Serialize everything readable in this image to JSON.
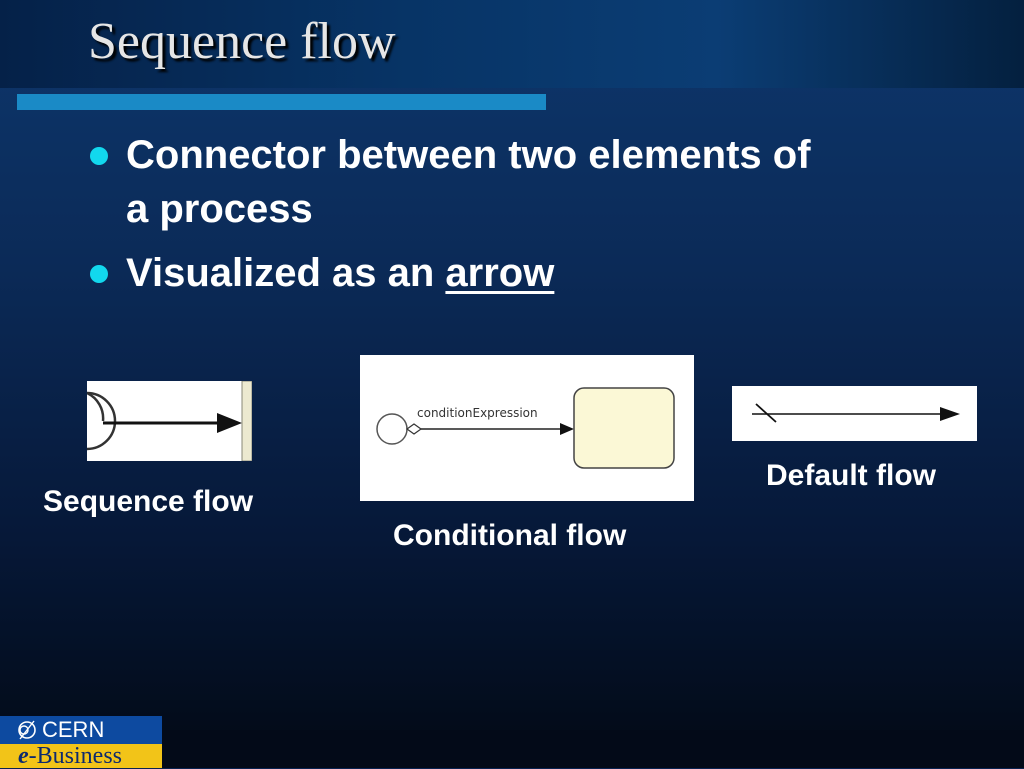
{
  "slide": {
    "title": "Sequence flow"
  },
  "bullets": {
    "item1_line1": "Connector between two elements of",
    "item1_line2": "a process",
    "item2_prefix": "Visualized as an ",
    "item2_link": "arrow"
  },
  "figures": {
    "sequence_caption": "Sequence flow",
    "conditional_caption": "Conditional flow",
    "conditional_label": "conditionExpression",
    "default_caption": "Default flow"
  },
  "logo": {
    "top_text": "CERN",
    "bottom_e": "e",
    "bottom_text": "-Business"
  },
  "colors": {
    "bullet": "#12d8ee",
    "rule": "#1a8ac6",
    "task_fill": "#fbf8d6"
  }
}
